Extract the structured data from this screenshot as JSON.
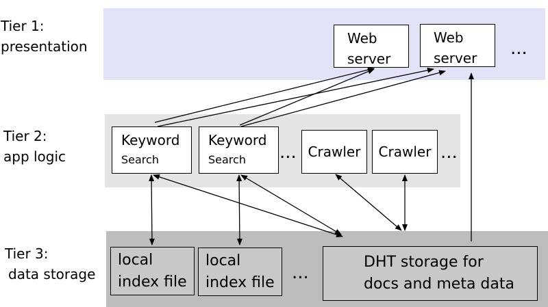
{
  "tiers": [
    {
      "line1": "Tier 1:",
      "line2": "presentation"
    },
    {
      "line1": "Tier 2:",
      "line2": "app logic"
    },
    {
      "line1": "Tier 3:",
      "line2": "data storage"
    }
  ],
  "web_servers": [
    {
      "line1": "Web",
      "line2": "server"
    },
    {
      "line1": "Web",
      "line2": "server"
    }
  ],
  "keyword_search": [
    {
      "title": "Keyword",
      "subtitle": "Search"
    },
    {
      "title": "Keyword",
      "subtitle": "Search"
    }
  ],
  "crawlers": [
    "Crawler",
    "Crawler"
  ],
  "index_files": [
    {
      "line1": "local",
      "line2": "index file"
    },
    {
      "line1": "local",
      "line2": "index file"
    }
  ],
  "dht": {
    "line1": "DHT storage for",
    "line2": "docs and meta data"
  },
  "ellipsis": "..."
}
